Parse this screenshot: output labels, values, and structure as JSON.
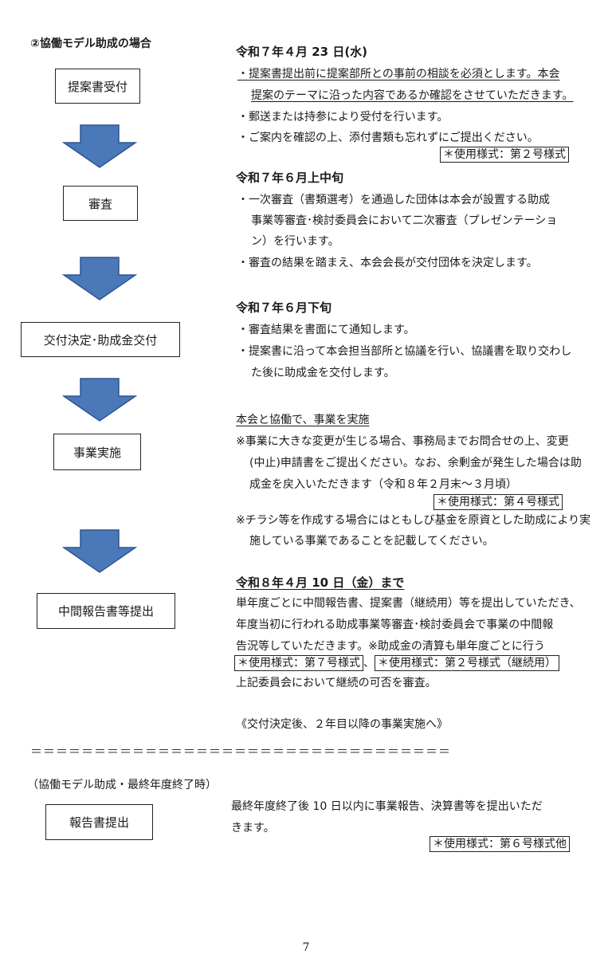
{
  "section_title": "②協働モデル助成の場合",
  "steps": [
    {
      "label": "提案書受付"
    },
    {
      "label": "審査"
    },
    {
      "label": "交付決定･助成金交付"
    },
    {
      "label": "事業実施"
    },
    {
      "label": "中間報告書等提出"
    }
  ],
  "phase1": {
    "date": "令和７年４月 23 日(水)",
    "lines": [
      "・提案書提出前に提案部所との事前の相談を必須とします。本会",
      "提案のテーマに沿った内容であるか確認をさせていただきます。",
      "・郵送または持参により受付を行います。",
      "・ご案内を確認の上、添付書類も忘れずにご提出ください。"
    ],
    "form": "＊使用様式：第２号様式"
  },
  "phase2": {
    "date": "令和７年６月上中旬",
    "lines": [
      "・一次審査（書類選考）を通過した団体は本会が設置する助成",
      "事業等審査･検討委員会において二次審査（プレゼンテーショ",
      "ン）を行います。",
      "・審査の結果を踏まえ、本会会長が交付団体を決定します。"
    ]
  },
  "phase3": {
    "date": "令和７年６月下旬",
    "lines": [
      "・審査結果を書面にて通知します。",
      "・提案書に沿って本会担当部所と協議を行い、協議書を取り交わし",
      "た後に助成金を交付します。"
    ]
  },
  "phase4": {
    "heading": "本会と協働で、事業を実施",
    "lines": [
      "※事業に大きな変更が生じる場合、事務局までお問合せの上、変更",
      "(中止)申請書をご提出ください。なお、余剰金が発生した場合は助",
      "成金を戻入いただきます（令和８年２月末～３月頃）"
    ],
    "form": "＊使用様式：第４号様式",
    "lines2": [
      "※チラシ等を作成する場合にはともしび基金を原資とした助成により実",
      "施している事業であることを記載してください。"
    ]
  },
  "phase5": {
    "date": "令和８年４月 10 日（金）まで",
    "lines": [
      "単年度ごとに中間報告書、提案書（継続用）等を提出していただき、",
      "年度当初に行われる助成事業等審査･検討委員会で事業の中間報",
      "告況等していただきます。※助成金の清算も単年度ごとに行う"
    ],
    "form_a": "＊使用様式：第７号様式",
    "form_sep": "、",
    "form_b": "＊使用様式：第２号様式（継続用）",
    "last_line": "上記委員会において継続の可否を審査。"
  },
  "next_note": "《交付決定後、２年目以降の事業実施へ》",
  "separator": "＝＝＝＝＝＝＝＝＝＝＝＝＝＝＝＝＝＝＝＝＝＝＝＝＝＝＝＝＝＝＝＝＝",
  "final": {
    "title": "（協働モデル助成・最終年度終了時）",
    "step_label": "報告書提出",
    "lines": [
      "最終年度終了後 10 日以内に事業報告、決算書等を提出いただ",
      "きます。"
    ],
    "form": "＊使用様式：第６号様式他"
  },
  "page_number": "7",
  "colors": {
    "arrow_fill": "#4a78b8",
    "arrow_stroke": "#2f5491"
  }
}
